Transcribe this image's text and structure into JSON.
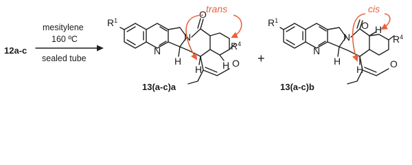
{
  "reactant": {
    "label": "12a-c"
  },
  "conditions": {
    "solvent": "mesitylene",
    "temperature": "160 ºC",
    "vessel": "sealed tube"
  },
  "plus_sign": "+",
  "product_a": {
    "label": "13(a-c)a",
    "stereo_label": "trans",
    "r1": "R",
    "r1_sup": "1",
    "r4": "R",
    "r4_sup": "4",
    "atoms": {
      "n_quinoline": "N",
      "n_amide": "N",
      "o_carbonyl": "O",
      "o_ring": "O",
      "h_left": "H",
      "h_center": "H",
      "h_right": "H"
    }
  },
  "product_b": {
    "label": "13(a-c)b",
    "stereo_label": "cis",
    "r1": "R",
    "r1_sup": "1",
    "r4": "R",
    "r4_sup": "4",
    "atoms": {
      "n_quinoline": "N",
      "n_amide": "N",
      "o_carbonyl": "O",
      "o_ring": "O",
      "h_left": "H",
      "h_top": "H",
      "h_lower": "H"
    }
  },
  "colors": {
    "accent": "#e8623c",
    "ink": "#1f1f1f"
  }
}
